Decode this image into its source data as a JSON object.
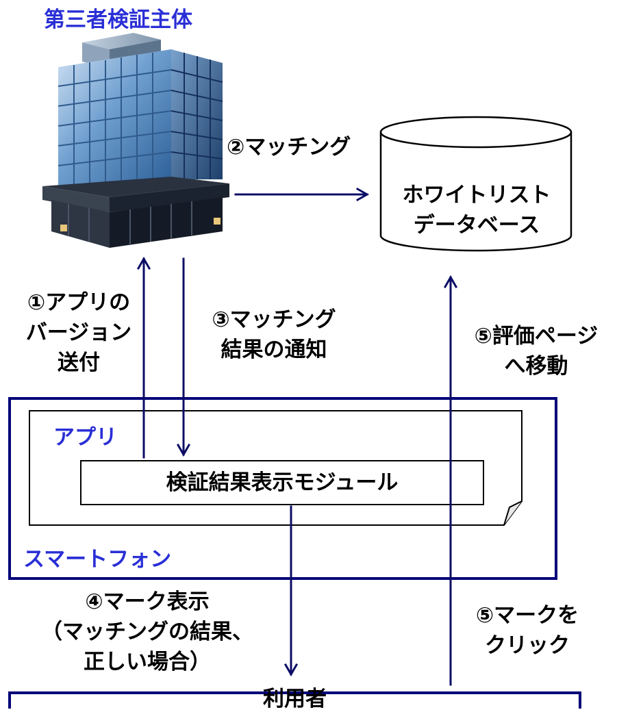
{
  "colors": {
    "frame": "#000078",
    "arrow": "#0c0c66",
    "title_blue": "#2a2fd6"
  },
  "entities": {
    "verifier_title": "第三者検証主体",
    "database_lines": [
      "ホワイトリスト",
      "データベース"
    ],
    "app_label": "アプリ",
    "module_label": "検証結果表示モジュール",
    "smartphone_label": "スマートフォン",
    "user_label": "利用者"
  },
  "steps": {
    "step1_lines": [
      "①アプリの",
      "バージョン",
      "送付"
    ],
    "step2": "②マッチング",
    "step3_lines": [
      "③マッチング",
      "結果の通知"
    ],
    "step4_lines": [
      "④マーク表示",
      "（マッチングの結果、",
      "正しい場合）"
    ],
    "step5_click_lines": [
      "⑤マークを",
      "クリック"
    ],
    "step5_move_lines": [
      "⑤評価ページ",
      "へ移動"
    ]
  }
}
